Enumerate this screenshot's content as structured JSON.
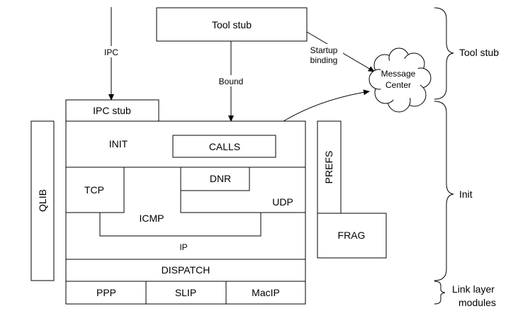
{
  "labels": {
    "tool_stub": "Tool stub",
    "ipc": "IPC",
    "bound": "Bound",
    "startup_binding_line1": "Startup",
    "startup_binding_line2": "binding",
    "message_center_line1": "Message",
    "message_center_line2": "Center",
    "ipc_stub": "IPC stub",
    "init": "INIT",
    "calls": "CALLS",
    "tcp": "TCP",
    "dnr": "DNR",
    "udp": "UDP",
    "icmp": "ICMP",
    "ip": "IP",
    "dispatch": "DISPATCH",
    "ppp": "PPP",
    "slip": "SLIP",
    "macip": "MacIP",
    "qlib": "QLIB",
    "prefs": "PREFS",
    "frag": "FRAG"
  },
  "brackets": {
    "tool_stub": "Tool stub",
    "init": "Init",
    "link_layer_line1": "Link layer",
    "link_layer_line2": "modules"
  }
}
